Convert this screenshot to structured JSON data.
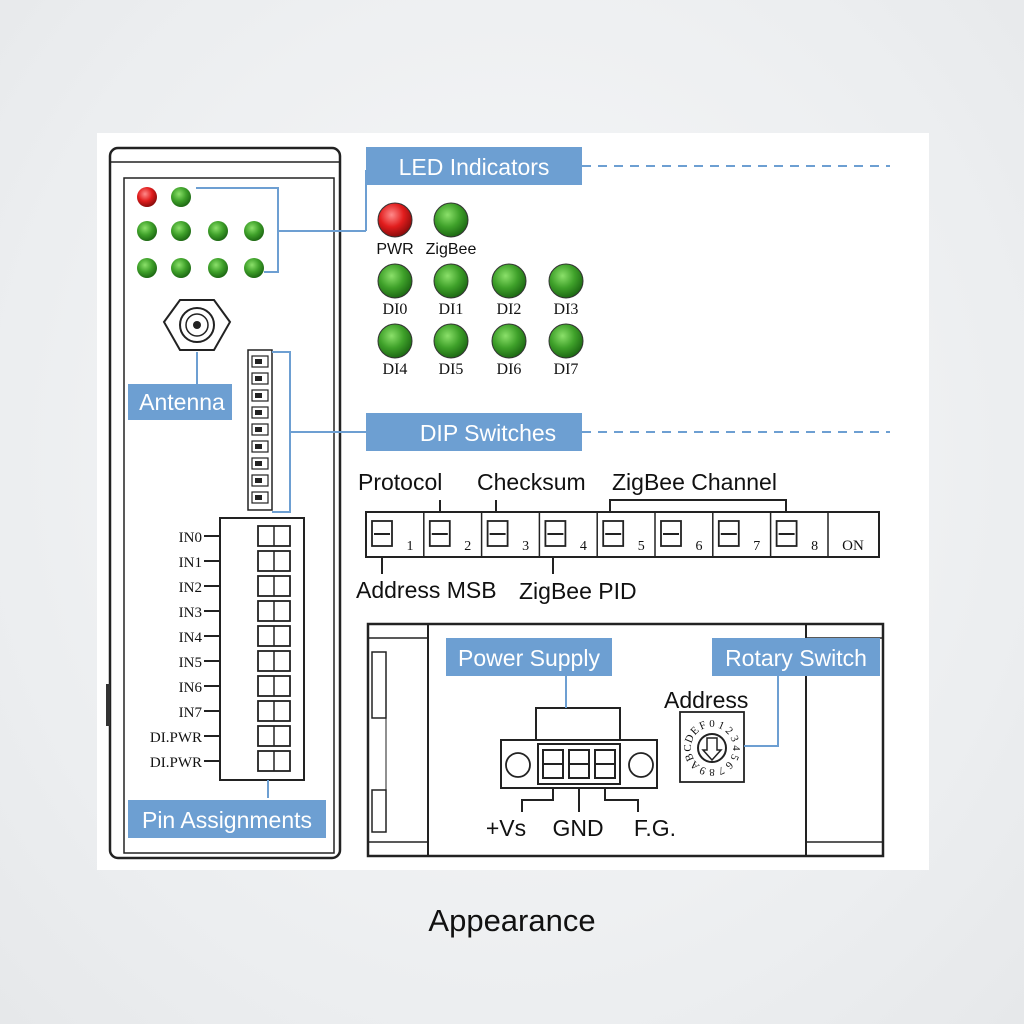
{
  "callouts": {
    "led_indicators": "LED Indicators",
    "dip_switches": "DIP Switches",
    "antenna": "Antenna",
    "pin_assignments": "Pin Assignments",
    "power_supply": "Power Supply",
    "rotary_switch": "Rotary Switch"
  },
  "leds": {
    "top": [
      {
        "label": "PWR",
        "color": "red"
      },
      {
        "label": "ZigBee",
        "color": "green"
      }
    ],
    "row1": [
      "DI0",
      "DI1",
      "DI2",
      "DI3"
    ],
    "row2": [
      "DI4",
      "DI5",
      "DI6",
      "DI7"
    ]
  },
  "dip": {
    "top_labels": [
      "Protocol",
      "Checksum",
      "ZigBee Channel"
    ],
    "bottom_labels": [
      "Address MSB",
      "ZigBee PID"
    ],
    "numbers": [
      "1",
      "2",
      "3",
      "4",
      "5",
      "6",
      "7",
      "8"
    ],
    "on_label": "ON"
  },
  "pins": [
    "IN0",
    "IN1",
    "IN2",
    "IN3",
    "IN4",
    "IN5",
    "IN6",
    "IN7",
    "DI.PWR",
    "DI.PWR"
  ],
  "power": {
    "vs": "+Vs",
    "gnd": "GND",
    "fg": "F.G."
  },
  "rotary": {
    "address_label": "Address",
    "dial_chars": [
      "0",
      "1",
      "2",
      "3",
      "4",
      "5",
      "6",
      "7",
      "8",
      "9",
      "A",
      "B",
      "C",
      "D",
      "E",
      "F"
    ]
  },
  "caption": "Appearance",
  "colors": {
    "callout_bg": "#6d9fd2",
    "led_red": "#e11d1d",
    "led_green": "#3fa12a",
    "line_blue": "#6d9fd2"
  }
}
